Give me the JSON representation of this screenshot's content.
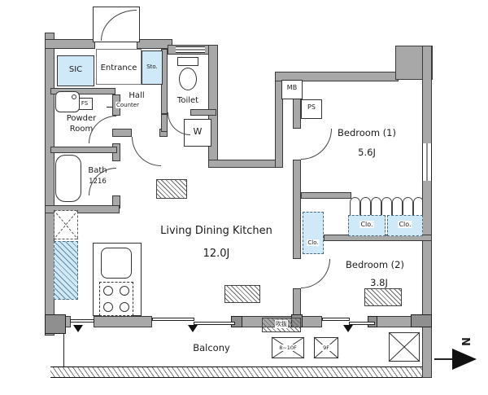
{
  "colors": {
    "wall": "#a8a8a8",
    "pillar": "#8f8f8f",
    "line": "#3a3a3a",
    "closet_fill": "#cfe9f8",
    "paper": "#ffffff"
  },
  "rooms": {
    "sic": "SIC",
    "entrance": "Entrance",
    "storage": "Sto.",
    "hall": "Hall",
    "toilet": "Toilet",
    "powder_line1": "Powder",
    "powder_line2": "Room",
    "bath": "Bath",
    "bath_size": "1216",
    "washer": "W",
    "meter_box": "MB",
    "pipe_space": "PS",
    "bedroom1": "Bedroom (1)",
    "bedroom1_area": "5.6J",
    "ldk": "Living Dining Kitchen",
    "ldk_area": "12.0J",
    "bedroom2": "Bedroom (2)",
    "bedroom2_area": "3.8J",
    "closet1": "Clo.",
    "closet2": "Clo.",
    "closet3": "Clo.",
    "balcony": "Balcony"
  },
  "annotations": {
    "fs": "FS",
    "counter": "Counter",
    "void": "吹抜",
    "evac_floors_a": "8~10F",
    "evac_floors_b": "9F",
    "north": "N"
  }
}
